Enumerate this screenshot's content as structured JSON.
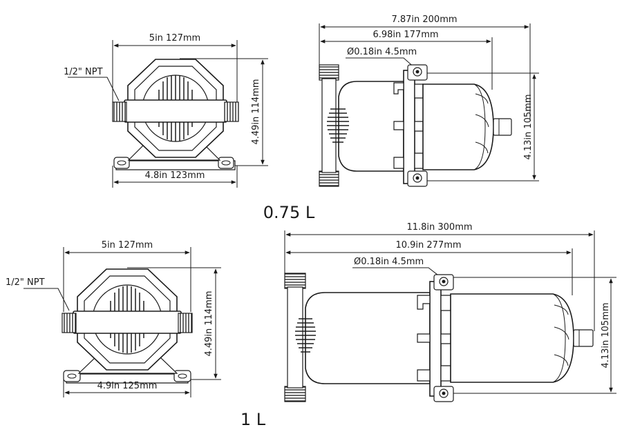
{
  "small_pump": {
    "capacity_label": "0.75 L",
    "front": {
      "width_label": "5in 127mm",
      "height_label": "4.49in 114mm",
      "base_label": "4.8in 123mm",
      "port_label": "1/2\" NPT"
    },
    "side": {
      "overall_label": "7.87in 200mm",
      "body_label": "6.98in 177mm",
      "hole_label": "Ø0.18in 4.5mm",
      "height_label": "4.13in 105mm"
    }
  },
  "large_pump": {
    "capacity_label": "1 L",
    "front": {
      "width_label": "5in 127mm",
      "height_label": "4.49in 114mm",
      "base_label": "4.9in 125mm",
      "port_label": "1/2\" NPT"
    },
    "side": {
      "overall_label": "11.8in 300mm",
      "body_label": "10.9in 277mm",
      "hole_label": "Ø0.18in 4.5mm",
      "height_label": "4.13in 105mm"
    }
  }
}
